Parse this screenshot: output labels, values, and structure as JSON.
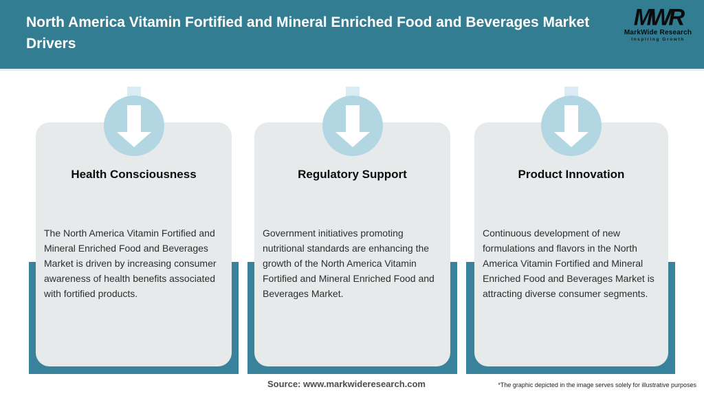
{
  "header": {
    "title": "North America Vitamin Fortified and Mineral Enriched Food and Beverages Market Drivers",
    "logo": {
      "monogram": "MWR",
      "name": "MarkWide Research",
      "tagline": "Inspiring Growth"
    }
  },
  "cards": [
    {
      "icon": "down-arrow-icon",
      "title": "Health Consciousness",
      "description": "The North America Vitamin Fortified and Mineral Enriched Food and Beverages Market is driven by increasing consumer awareness of health benefits associated with fortified products."
    },
    {
      "icon": "down-arrow-icon",
      "title": "Regulatory Support",
      "description": "Government initiatives promoting nutritional standards are enhancing the growth of the North America Vitamin Fortified and Mineral Enriched Food and Beverages Market."
    },
    {
      "icon": "down-arrow-icon",
      "title": "Product Innovation",
      "description": "Continuous development of new formulations and flavors in the North America Vitamin Fortified and Mineral Enriched Food and Beverages Market is attracting diverse consumer segments."
    }
  ],
  "footer": {
    "source": "Source: www.markwideresearch.com",
    "disclaimer": "*The graphic depicted in the image serves solely for illustrative purposes"
  },
  "colors": {
    "header_bg": "#337D92",
    "band_teal": "#38839B",
    "card_bg": "#E7EAEB",
    "circle_blue": "#B2D7E3",
    "arrow_white": "#FFFFFF",
    "title_text": "#0D0D0D",
    "body_text": "#2D2D2D",
    "source_text": "#4C4C4C"
  }
}
